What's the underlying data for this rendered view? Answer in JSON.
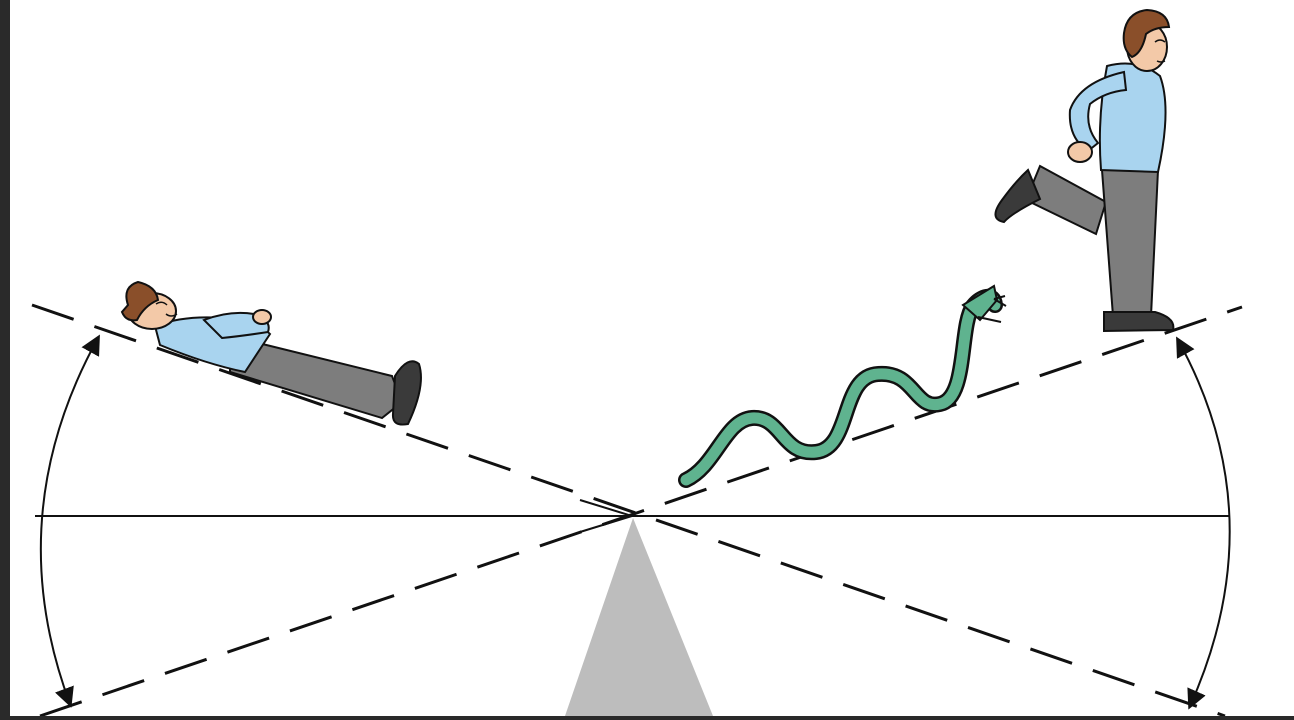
{
  "figure": {
    "background": "#ffffff",
    "frame_color": "#2a2a2a",
    "ink": "#111111",
    "fulcrum_color": "#bdbdbd",
    "shirt_color": "#a9d4ef",
    "trousers_color": "#7d7d7d",
    "shoe_color": "#3a3a3a",
    "hair_color": "#8a4f2a",
    "skin_color": "#f3c9a8",
    "snake_color": "#5fb38f"
  },
  "elements": [
    "fulcrum",
    "horizontal-reference-line",
    "tilted-left-down-dashed-line",
    "tilted-right-down-dashed-line",
    "left-angle-arc-with-arrows",
    "right-angle-arc-with-arrows",
    "reclining-man",
    "running-man",
    "snake"
  ]
}
